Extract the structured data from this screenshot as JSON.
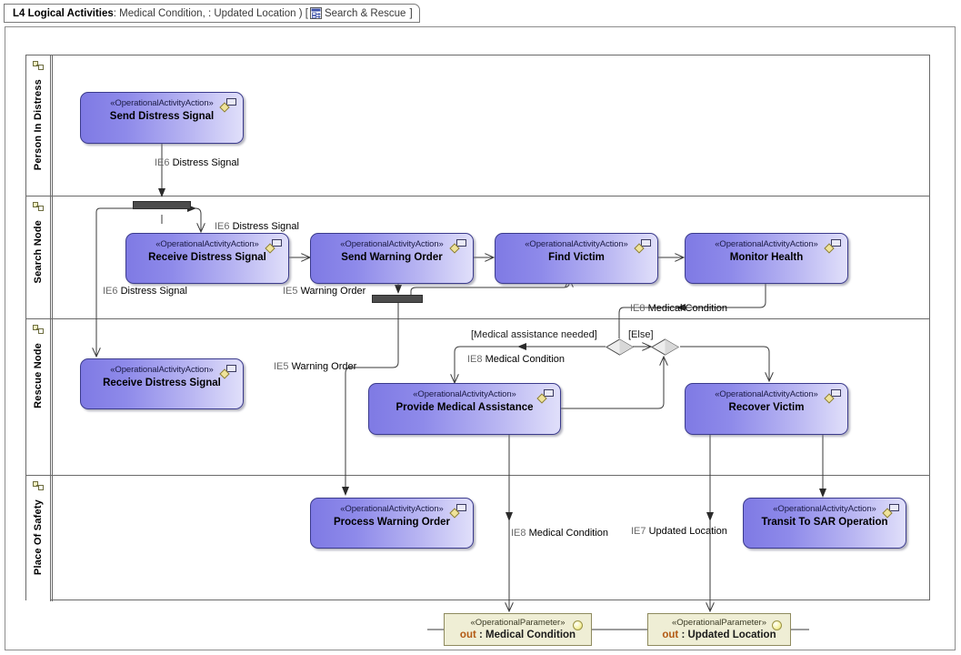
{
  "title": {
    "bold": "L4 Logical Activities",
    "params": " : Medical Condition,  : Updated Location )  [",
    "icon": "diagram-icon",
    "context": "Search & Rescue",
    "close_bracket": "]"
  },
  "partitions": [
    {
      "name": "Person In Distress",
      "icon": "node-icon"
    },
    {
      "name": "Search Node",
      "icon": "node-icon"
    },
    {
      "name": "Rescue Node",
      "icon": "node-icon"
    },
    {
      "name": "Place Of Safety",
      "icon": "node-icon"
    }
  ],
  "stereotypes": {
    "action": "«OperationalActivityAction»",
    "parameter": "«OperationalParameter»"
  },
  "actions": [
    {
      "id": "send-distress-signal",
      "name": "Send Distress Signal",
      "lane": "Person In Distress"
    },
    {
      "id": "receive-distress-signal-1",
      "name": "Receive Distress Signal",
      "lane": "Search Node"
    },
    {
      "id": "send-warning-order",
      "name": "Send Warning Order",
      "lane": "Search Node"
    },
    {
      "id": "find-victim",
      "name": "Find Victim",
      "lane": "Search Node"
    },
    {
      "id": "monitor-health",
      "name": "Monitor Health",
      "lane": "Search Node"
    },
    {
      "id": "receive-distress-signal-2",
      "name": "Receive Distress Signal",
      "lane": "Rescue Node"
    },
    {
      "id": "provide-medical-assistance",
      "name": "Provide Medical Assistance",
      "lane": "Rescue Node"
    },
    {
      "id": "recover-victim",
      "name": "Recover Victim",
      "lane": "Rescue Node"
    },
    {
      "id": "process-warning-order",
      "name": "Process Warning Order",
      "lane": "Place Of Safety"
    },
    {
      "id": "transit-to-sar-operation",
      "name": "Transit To SAR Operation",
      "lane": "Place Of Safety"
    }
  ],
  "parameters": [
    {
      "id": "out-medical-condition",
      "direction": "out",
      "name": ": Medical Condition"
    },
    {
      "id": "out-updated-location",
      "direction": "out",
      "name": ": Updated Location"
    }
  ],
  "edge_labels": [
    {
      "id": "lbl-ie6-a",
      "ie": "IE6",
      "text": "Distress Signal"
    },
    {
      "id": "lbl-ie6-b",
      "ie": "IE6",
      "text": "Distress Signal"
    },
    {
      "id": "lbl-ie6-c",
      "ie": "IE6",
      "text": "Distress Signal"
    },
    {
      "id": "lbl-ie5-a",
      "ie": "IE5",
      "text": "Warning Order"
    },
    {
      "id": "lbl-ie5-b",
      "ie": "IE5",
      "text": "Warning Order"
    },
    {
      "id": "lbl-ie8-a",
      "ie": "IE8",
      "text": "Medical Condition"
    },
    {
      "id": "lbl-ie8-b",
      "ie": "IE8",
      "text": "Medical Condition"
    },
    {
      "id": "lbl-ie8-c",
      "ie": "IE8",
      "text": "Medical Condition"
    },
    {
      "id": "lbl-ie7-a",
      "ie": "IE7",
      "text": "Updated Location"
    }
  ],
  "guards": [
    {
      "id": "guard-medical",
      "text": "[Medical assistance needed]"
    },
    {
      "id": "guard-else",
      "text": "[Else]"
    }
  ],
  "colors": {
    "action_fill_start": "#7f7ae4",
    "action_fill_end": "#e0dffa",
    "action_border": "#3b3b8c",
    "parameter_fill": "#efeed5",
    "parameter_border": "#8e8a5e",
    "parameter_keyword": "#b35a14",
    "fork_bar": "#4c4c4c",
    "edge": "#333333",
    "lane_border": "#6a6a6a"
  }
}
